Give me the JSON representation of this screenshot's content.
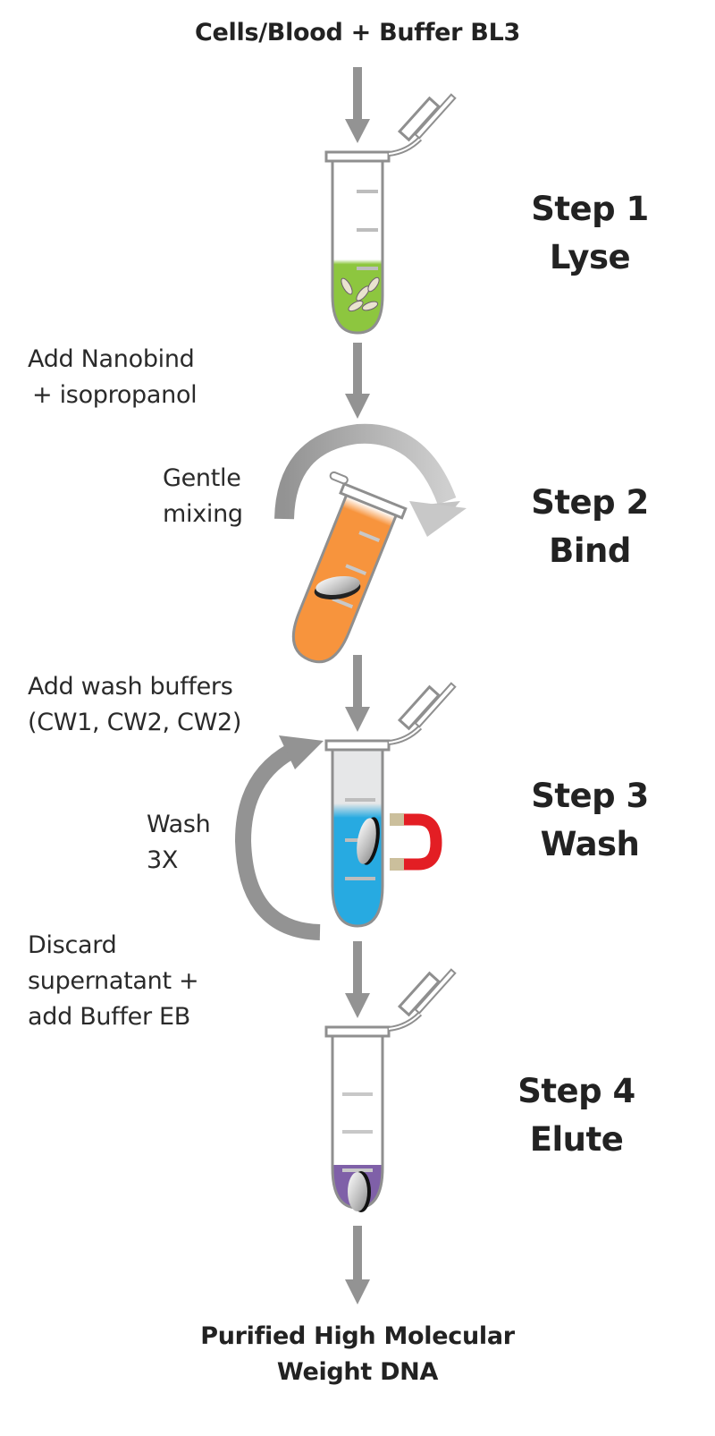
{
  "diagram": {
    "input_label": "Cells/Blood + Buffer BL3",
    "output_label_line1": "Purified High Molecular",
    "output_label_line2": "Weight DNA",
    "steps": [
      {
        "number": "Step 1",
        "name": "Lyse",
        "liquid_color": "#8dc63f",
        "note_before": []
      },
      {
        "number": "Step 2",
        "name": "Bind",
        "liquid_color": "#f7943d",
        "note_before": [
          "Add Nanobind",
          "+ isopropanol"
        ],
        "side_note": [
          "Gentle",
          "mixing"
        ]
      },
      {
        "number": "Step 3",
        "name": "Wash",
        "liquid_color": "#27aae1",
        "note_before": [
          "Add wash buffers",
          "(CW1, CW2, CW2)"
        ],
        "side_note": [
          "Wash",
          "3X"
        ]
      },
      {
        "number": "Step 4",
        "name": "Elute",
        "liquid_color": "#7f60a8",
        "note_before": [
          "Discard",
          "supernatant +",
          "add Buffer EB"
        ]
      }
    ],
    "colors": {
      "arrow": "#939393",
      "arrow_light": "#c4c4c4",
      "tube_outline": "#8f8f8f",
      "magnet_red": "#e31e24",
      "magnet_tip": "#cbbf9c"
    }
  }
}
